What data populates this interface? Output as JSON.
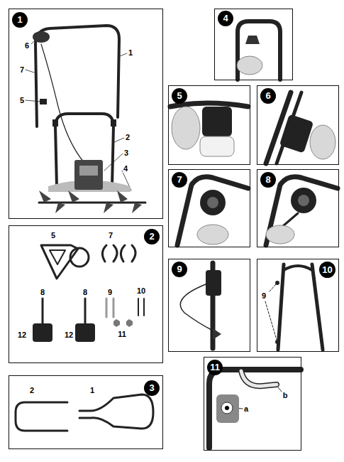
{
  "diagram": {
    "nodes": [
      {
        "text": [
          "1"
        ]
      },
      {
        "text": [
          "4"
        ]
      },
      {
        "text": [
          "5"
        ]
      },
      {
        "text": [
          "6"
        ]
      },
      {
        "text": [
          "7"
        ]
      },
      {
        "text": [
          "8"
        ]
      },
      {
        "text": [
          "2"
        ]
      },
      {
        "text": [
          "9"
        ]
      },
      {
        "text": [
          "10"
        ]
      },
      {
        "text": [
          "3"
        ]
      },
      {
        "text": [
          "11"
        ]
      }
    ],
    "labels": [
      "6",
      "1",
      "7",
      "5",
      "2",
      "3",
      "4",
      "5",
      "7",
      "8",
      "8",
      "9",
      "10",
      "11",
      "12",
      "12",
      "9",
      "b",
      "a",
      "2",
      "1"
    ]
  }
}
